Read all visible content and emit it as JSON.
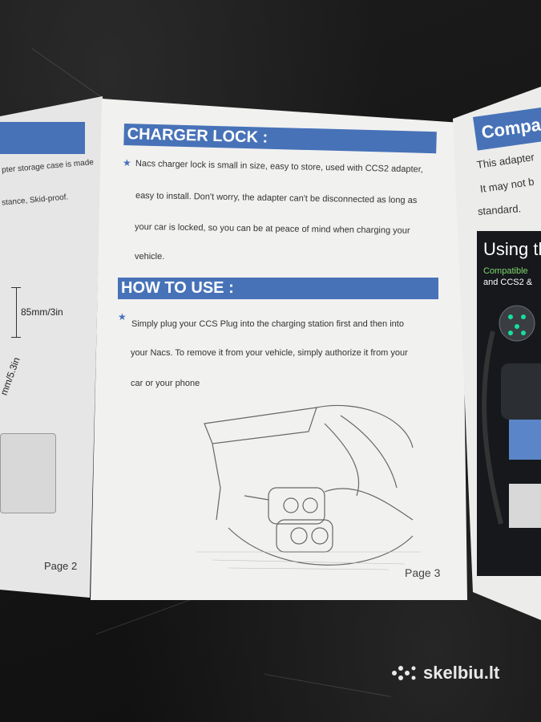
{
  "left_panel": {
    "text_line_1": "pter storage case is made",
    "text_line_2": "stance, Skid-proof.",
    "dimension_height": "85mm/3in",
    "dimension_length": "mm/5.3in",
    "page_label": "Page 2"
  },
  "center_panel": {
    "charger_lock": {
      "heading": "CHARGER LOCK :",
      "lines": [
        "Nacs charger lock is small in size, easy to store, used with CCS2 adapter,",
        "easy to install. Don't worry, the adapter can't be disconnected as long as",
        "your car is locked, so you can be at peace of mind when charging your",
        "vehicle."
      ]
    },
    "how_to_use": {
      "heading": "HOW TO USE :",
      "lines": [
        "Simply plug your CCS Plug into the charging station first and then into",
        "your Nacs. To remove it from your vehicle, simply authorize it from your",
        "car or your phone"
      ]
    },
    "page_label": "Page 3"
  },
  "right_panel": {
    "heading": "Compa",
    "lines": [
      "This adapter",
      "It may not b",
      "standard."
    ],
    "card_title": "Using th",
    "card_line_1": "Compatible",
    "card_line_2": "and CCS2 &"
  },
  "watermark": {
    "text": "skelbiu.lt"
  },
  "colors": {
    "header_blue": "#4772b8",
    "paper": "#f1f1f0",
    "background": "#141414"
  }
}
